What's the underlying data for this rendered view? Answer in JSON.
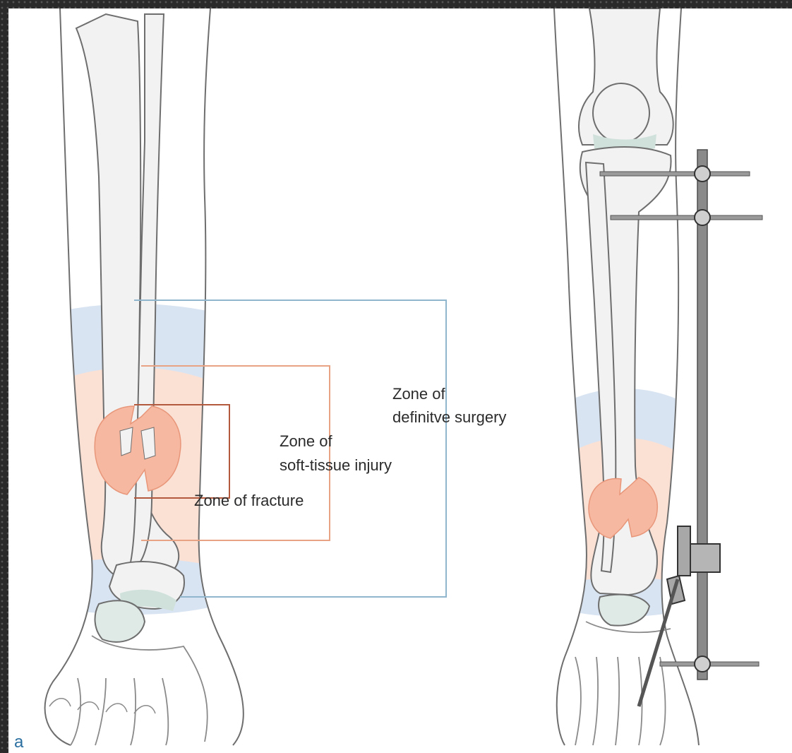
{
  "figure": {
    "panel_label": "a",
    "labels": {
      "definitive_line1": "Zone of",
      "definitive_line2": "definitve surgery",
      "soft_tissue_line1": "Zone of",
      "soft_tissue_line2": "soft-tissue injury",
      "fracture": "Zone of fracture"
    }
  },
  "colors": {
    "frame": "#2a2a2a",
    "background": "#ffffff",
    "outline": "#6e6e6e",
    "bone_fill": "#f2f2f2",
    "cartilage": "#cfe1da",
    "surgery_zone": "#d9e4f2",
    "soft_tissue_zone": "#fbe0d4",
    "fracture_zone": "#f6b8a0",
    "bracket_blue": "#8fb6cc",
    "bracket_orange": "#e8a284",
    "bracket_dark": "#b2593e",
    "fixator": "#6f6f6f"
  }
}
